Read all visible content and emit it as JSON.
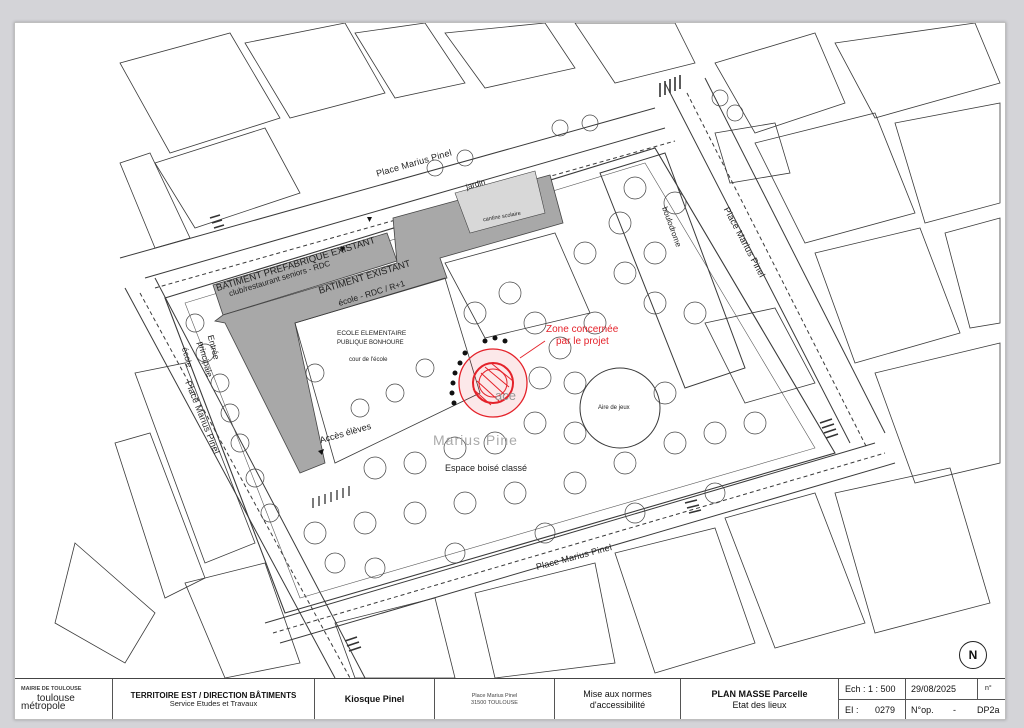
{
  "plan": {
    "road_labels": {
      "north": "Place Marius Pinel",
      "east": "Place Marius Pinel",
      "west": "Place Marius Pinel",
      "south": "Place Marius Pinel"
    },
    "buildings": {
      "prefab_title": "BATIMENT PREFABRIQUE EXISTANT",
      "prefab_sub": "club/restaurant seniors - RDC",
      "existing_title": "BATIMENT EXISTANT",
      "existing_sub": "école - RDC / R+1",
      "annex": "cantine scolaire",
      "jardin": "jardin",
      "boulodrome": "boulodrome"
    },
    "school": {
      "line1": "ECOLE ELEMENTAIRE",
      "line2": "PUBLIQUE BONHOURE",
      "courtyard": "cour de l'école"
    },
    "access": {
      "main_entrance_1": "Entrée",
      "main_entrance_2": "principale",
      "main_entrance_3": "école",
      "pupils": "Accès élèves"
    },
    "zone": {
      "line1": "Zone concernée",
      "line2": "par le projet",
      "color": "#e4222a"
    },
    "park": {
      "place_name_1": "ace",
      "place_name_2": "Marius  Pine",
      "wood": "Espace boisé classé",
      "playground": "Aire de jeux"
    },
    "north_arrow": "N"
  },
  "cartouche": {
    "logo_top": "MAIRIE DE  TOULOUSE",
    "logo_main": "toulouse",
    "logo_sub": "métropole",
    "dept_line1": "TERRITOIRE EST / DIRECTION BÂTIMENTS",
    "dept_line2": "Service Etudes et Travaux",
    "project": "Kiosque Pinel",
    "address_line1": "Place Marius Pinel",
    "address_line2": "31500 TOULOUSE",
    "purpose_line1": "Mise aux normes",
    "purpose_line2": "d'accessibilité",
    "plan_line1": "PLAN MASSE Parcelle",
    "plan_line2": "Etat des lieux",
    "scale": "Ech : 1 : 500",
    "date": "29/08/2025",
    "num_sign": "n°",
    "ei": "EI :",
    "ei_value": "0279",
    "nop": "N°op.",
    "nop_sep": "-",
    "doc_code": "DP2a"
  },
  "colors": {
    "building_fill": "#a8a8a8",
    "zone_red": "#e4222a",
    "line": "#3a3a3a"
  }
}
